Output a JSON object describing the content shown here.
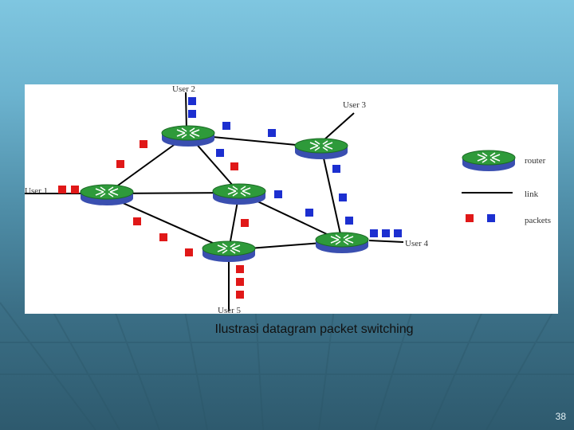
{
  "slide": {
    "caption": "Ilustrasi datagram packet switching",
    "number": "38"
  },
  "diagram": {
    "users": {
      "user1": "User 1",
      "user2": "User 2",
      "user3": "User 3",
      "user4": "User 4",
      "user5": "User 5"
    },
    "legend": {
      "router": "router",
      "link": "link",
      "packets": "packets"
    },
    "colors": {
      "router_top": "#2e9a3a",
      "router_side": "#3a4fb0",
      "packet_red": "#e01818",
      "packet_blue": "#1c2fd0",
      "link": "#000000"
    }
  }
}
